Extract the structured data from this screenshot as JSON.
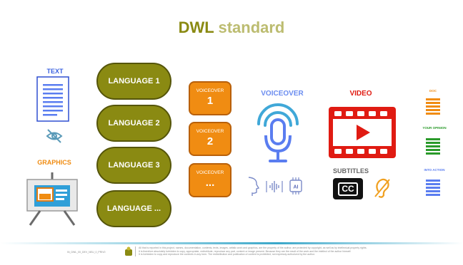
{
  "title": {
    "part1": "DWL",
    "part2": "standard"
  },
  "left": {
    "text_label": "TEXT",
    "graphics_label": "GRAPHICS"
  },
  "languages": [
    "LANGUAGE 1",
    "LANGUAGE 2",
    "LANGUAGE 3",
    "LANGUAGE ..."
  ],
  "voiceover_boxes": [
    {
      "label": "VOICEOVER",
      "value": "1"
    },
    {
      "label": "VOICEOVER",
      "value": "2"
    },
    {
      "label": "VOICEOVER",
      "value": "..."
    }
  ],
  "voiceover_heading": "VOICEOVER",
  "video_heading": "VIDEO",
  "subtitles_label": "SUBTITLES",
  "cc_text": "CC",
  "ai_text": "AI",
  "right_docs": [
    {
      "label": "DOC"
    },
    {
      "label": "YOUR OPINION"
    },
    {
      "label": "INTO ACTION"
    }
  ],
  "footer": {
    "code": "IN_DWL_00_DEV_NEU_0_PRIV0",
    "notice_line1": "All that is reported in this project, names, documentation, contents, texts, images, artistic work and graphics, are the property of the author, are protected by copyright, as well as by intellectual property rights.",
    "notice_line2": "It is therefore absolutely forbidden to copy, appropriate, redistribute, reproduce any part, content or image present. Because they are the result of the work and the intellect of the author himself.",
    "notice_line3": "It is forbidden to copy and reproduce the contents in any form.     The redistribution and publication of content is prohibited, not expressly authorized by the author."
  },
  "colors": {
    "olive": "#8a8a12",
    "olive_light": "#bcbc70",
    "orange": "#f08c12",
    "blue": "#5a7df0",
    "red": "#e01b12",
    "green": "#2a9a2a"
  }
}
